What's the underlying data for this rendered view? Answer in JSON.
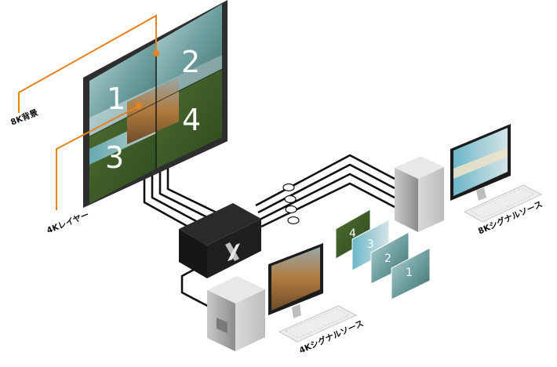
{
  "labels": {
    "background_8k": "8K背景",
    "layer_4k": "4Kレイヤー",
    "source_8k": "8Kシグナルソース",
    "source_4k": "4Kシグナルソース"
  },
  "wall_numbers": [
    "1",
    "2",
    "3",
    "4"
  ],
  "stack_numbers": [
    "4",
    "3",
    "2",
    "1"
  ],
  "colors": {
    "callout": "#e8821e",
    "bezel": "#2e2e2e",
    "switcher": "#1f1f1f",
    "tower": "#d9d9d9",
    "cable": "#111111"
  },
  "icons": {
    "switcher_logo": "x-logo-icon",
    "tower": "pc-tower-icon",
    "monitor": "monitor-icon",
    "keyboard": "keyboard-icon"
  }
}
